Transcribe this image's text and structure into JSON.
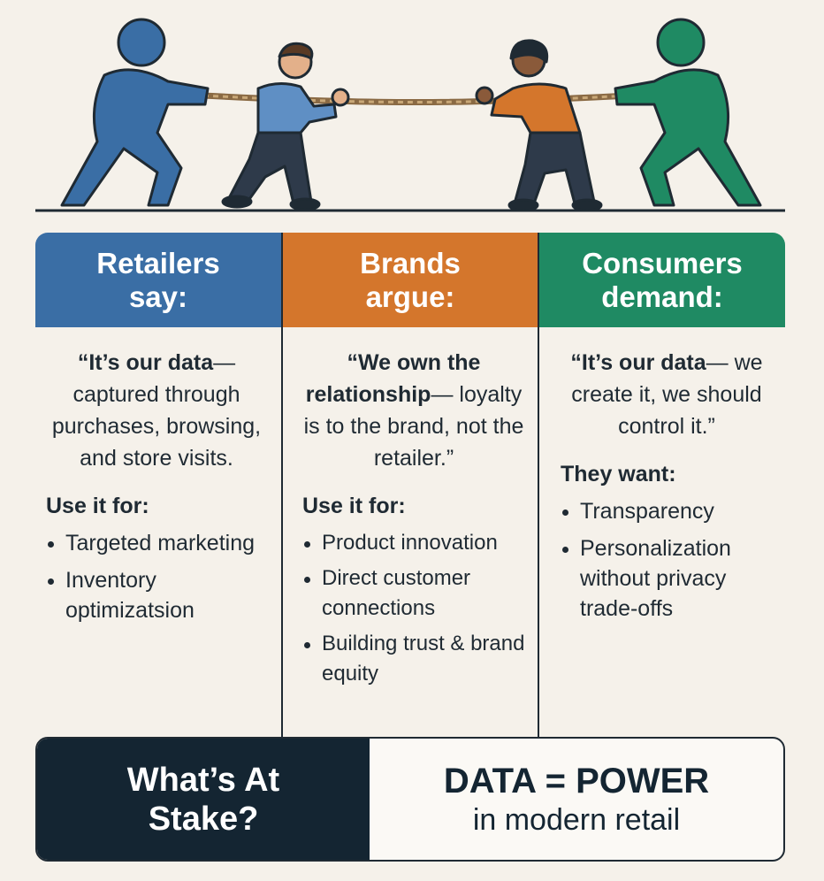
{
  "colors": {
    "retailers": "#3a6ea5",
    "brands": "#d4762c",
    "consumers": "#1f8a63",
    "navy": "#142532",
    "background": "#f5f1ea"
  },
  "illustration": {
    "figures": [
      "retailer-figure",
      "brand-person",
      "consumer-person",
      "consumer-figure"
    ],
    "icon": "tug-of-war-rope"
  },
  "columns": [
    {
      "heading_line1": "Retailers",
      "heading_line2": "say:",
      "quote_bold": "“It’s our data",
      "quote_rest": "— captured through purchases, browsing, and store visits.",
      "list_title": "Use it for:",
      "items": [
        "Targeted marketing",
        "Inventory optimizatsion"
      ]
    },
    {
      "heading_line1": "Brands",
      "heading_line2": "argue:",
      "quote_bold_1": "“We own the relationship",
      "quote_rest": "— loyalty is to the brand, not the retailer.”",
      "list_title": "Use it for:",
      "items": [
        "Product innovation",
        "Direct customer connections",
        "Building trust & brand equity"
      ]
    },
    {
      "heading_line1": "Consumers",
      "heading_line2": "demand:",
      "quote_bold": "“It’s our data",
      "quote_rest": "— we create it, we should control it.”",
      "list_title": "They want:",
      "items": [
        "Transparency",
        "Personalization without privacy trade-offs"
      ]
    }
  ],
  "stake": {
    "question_line1": "What’s At",
    "question_line2": "Stake?",
    "headline": "DATA = POWER",
    "subline": "in modern retail"
  }
}
